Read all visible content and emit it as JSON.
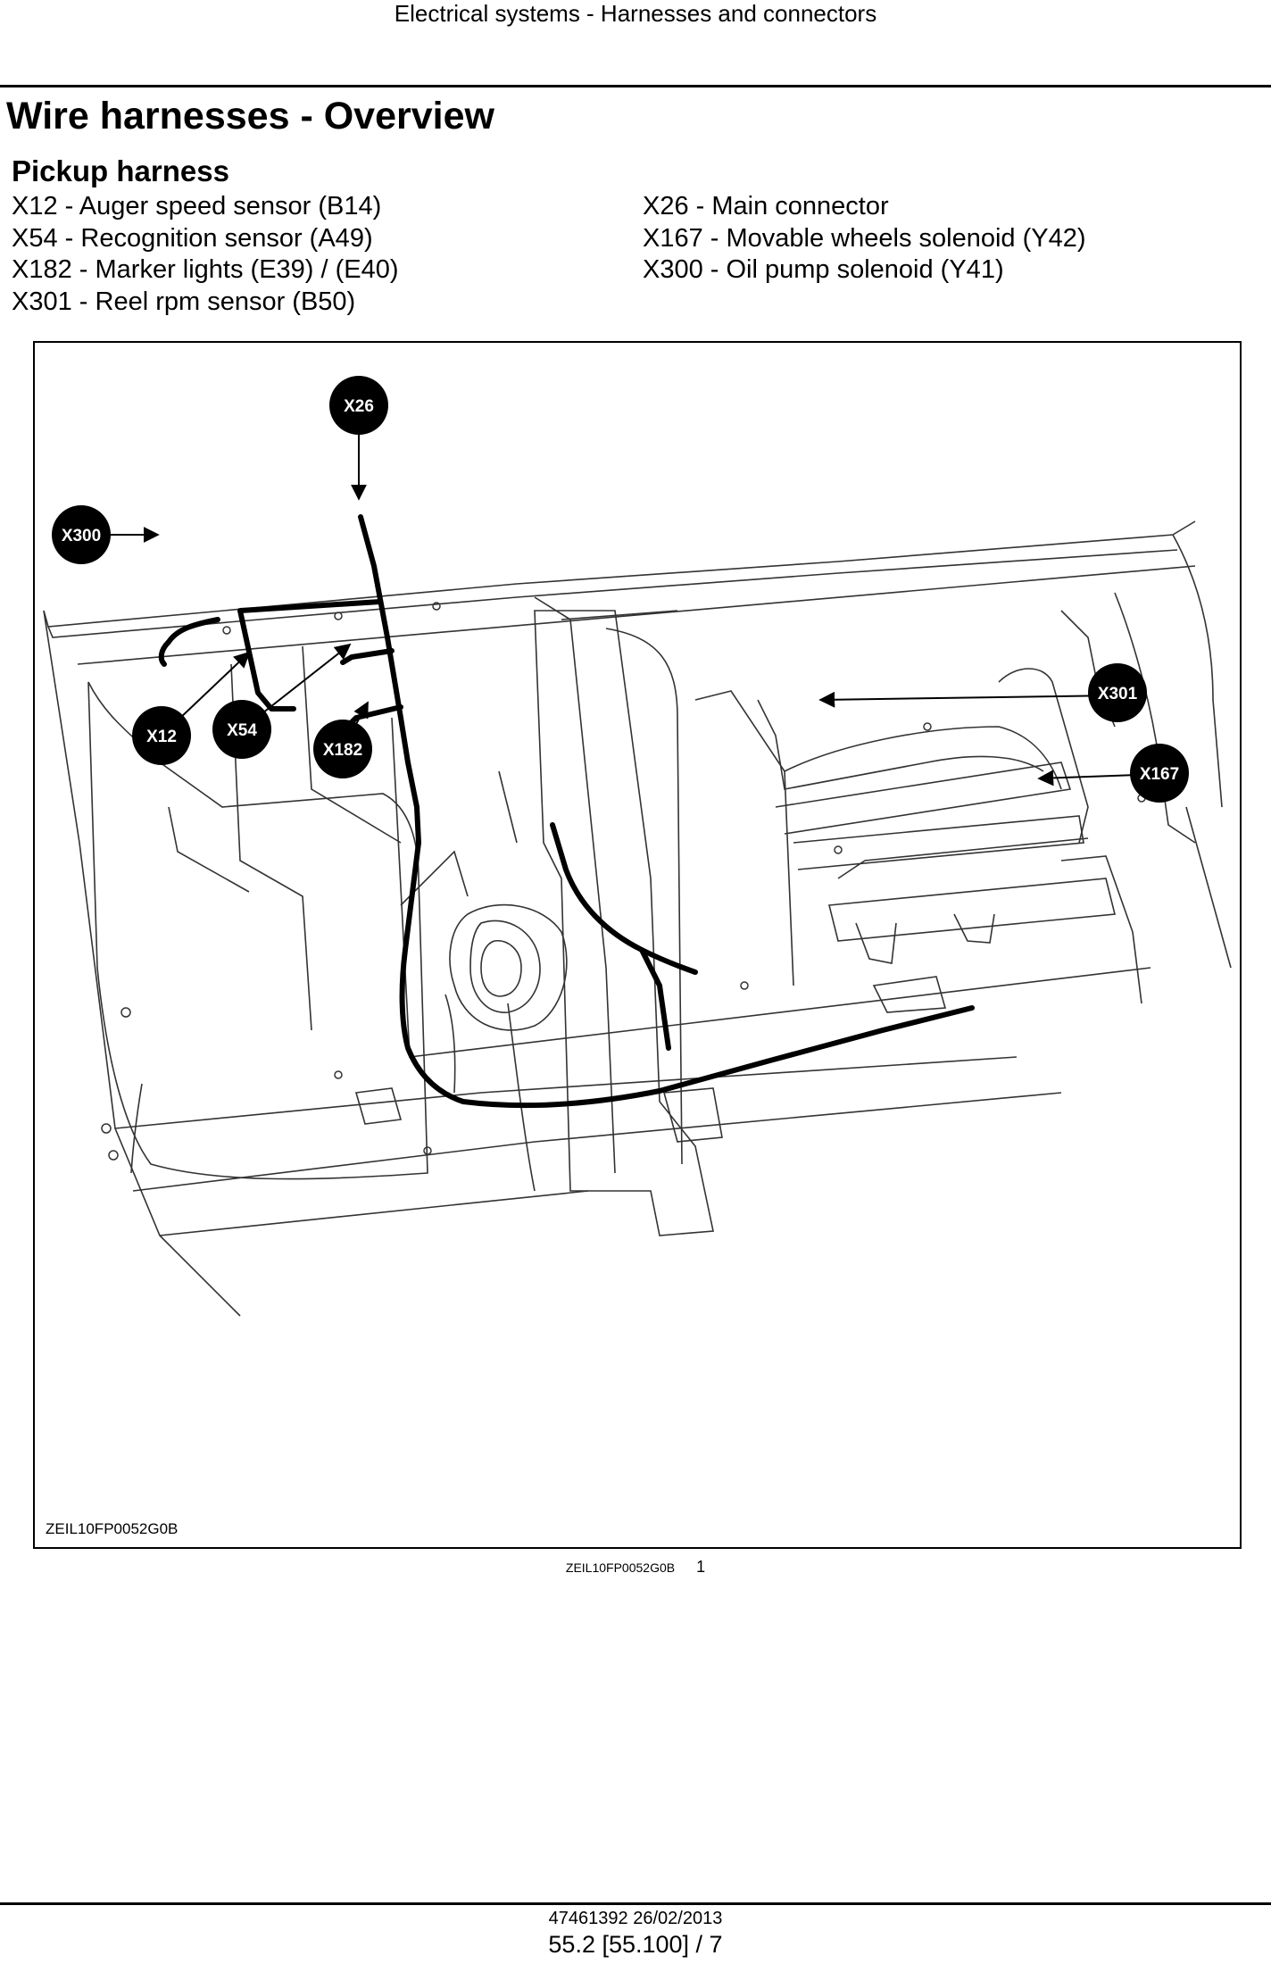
{
  "header": {
    "section_title": "Electrical systems - Harnesses and connectors"
  },
  "page": {
    "title": "Wire harnesses - Overview"
  },
  "harness": {
    "name": "Pickup harness",
    "connectors_left": [
      "X12 - Auger speed sensor (B14)",
      "X54 - Recognition sensor (A49)",
      "X182 - Marker lights (E39) / (E40)",
      "X301 - Reel rpm sensor (B50)"
    ],
    "connectors_right": [
      "X26 - Main connector",
      "X167 - Movable wheels solenoid (Y42)",
      "X300 - Oil pump solenoid (Y41)"
    ]
  },
  "figure": {
    "image_code": "ZEIL10FP0052G0B",
    "callouts": {
      "x26": "X26",
      "x300": "X300",
      "x12": "X12",
      "x54": "X54",
      "x182": "X182",
      "x301": "X301",
      "x167": "X167"
    },
    "caption_code": "ZEIL10FP0052G0B",
    "caption_number": "1"
  },
  "footer": {
    "doc_ref": "47461392 26/02/2013",
    "page_ref": "55.2 [55.100] / 7"
  }
}
